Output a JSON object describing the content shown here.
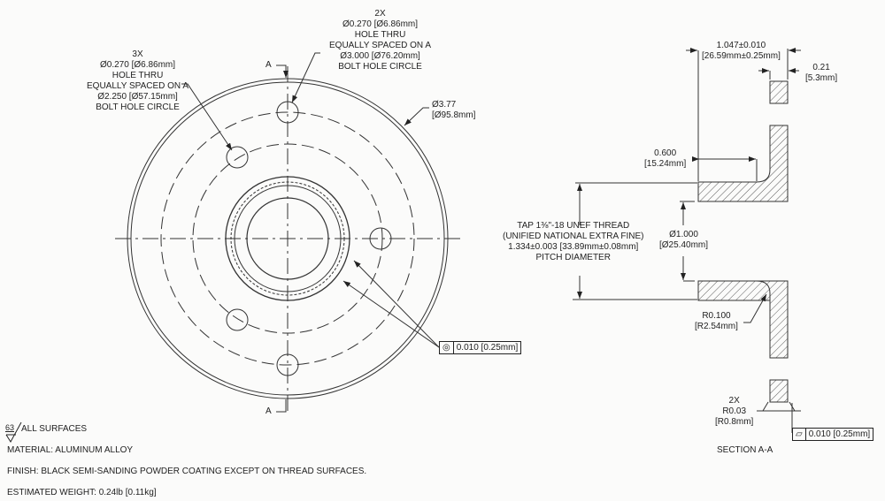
{
  "plan_view": {
    "section_marker": "A",
    "callout_3x": [
      "3X",
      "Ø0.270 [Ø6.86mm]",
      "HOLE THRU",
      "EQUALLY SPACED ON A",
      "Ø2.250 [Ø57.15mm]",
      "BOLT HOLE CIRCLE"
    ],
    "callout_2x": [
      "2X",
      "Ø0.270 [Ø6.86mm]",
      "HOLE THRU",
      "EQUALLY SPACED ON A",
      "Ø3.000 [Ø76.20mm]",
      "BOLT HOLE CIRCLE"
    ],
    "outer_diameter": [
      "Ø3.77",
      "[Ø95.8mm]"
    ],
    "concentricity": {
      "symbol": "concentricity-icon",
      "value": "0.010 [0.25mm]"
    }
  },
  "section_view": {
    "overall_width": [
      "1.047±0.010",
      "[26.59mm±0.25mm]"
    ],
    "wall": [
      "0.21",
      "[5.3mm]"
    ],
    "thread_depth": [
      "0.600",
      "[15.24mm]"
    ],
    "thread_callout": [
      "TAP 1⅜\"-18 UNEF THREAD",
      "(UNIFIED NATIONAL EXTRA FINE)",
      "1.334±0.003 [33.89mm±0.08mm]",
      "PITCH DIAMETER"
    ],
    "bore": [
      "Ø1.000",
      "[Ø25.40mm]"
    ],
    "fillet": [
      "R0.100",
      "[R2.54mm]"
    ],
    "edge_radius": [
      "2X",
      "R0.03",
      "[R0.8mm]"
    ],
    "flatness": {
      "symbol": "flatness-icon",
      "value": "0.010 [0.25mm]"
    },
    "title": "SECTION A-A"
  },
  "notes": {
    "surface_roughness": "63",
    "surface_label": "ALL SURFACES",
    "material": "MATERIAL: ALUMINUM ALLOY",
    "finish": "FINISH: BLACK SEMI-SANDING POWDER COATING EXCEPT ON THREAD SURFACES.",
    "weight": "ESTIMATED WEIGHT: 0.24lb [0.11kg]"
  }
}
